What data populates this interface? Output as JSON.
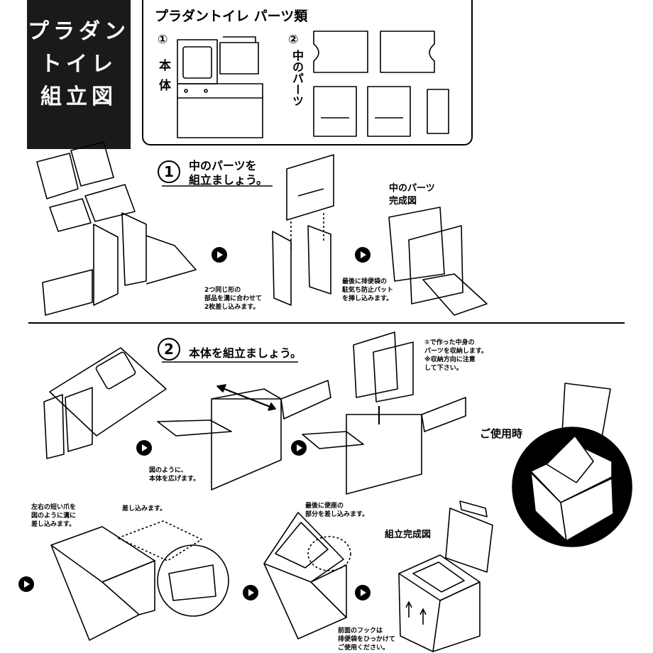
{
  "title": {
    "line1": "プラダン",
    "line2": "トイレ",
    "line3": "組立図"
  },
  "parts": {
    "heading": "プラダントイレ パーツ類",
    "group1_num": "①",
    "group1_label_a": "本",
    "group1_label_b": "体",
    "group2_num": "②",
    "group2_label": "中のパーツ"
  },
  "step1": {
    "num": "1",
    "heading_a": "中のパーツを",
    "heading_b": "組立ましょう。",
    "note1_a": "2つ同じ形の",
    "note1_b": "部品を溝に合わせて",
    "note1_c": "2枚差し込みます。",
    "complete_a": "中のパーツ",
    "complete_b": "完成図",
    "note2_a": "最後に排便袋の",
    "note2_b": "駐気ち防止パット",
    "note2_c": "を挿し込みます。"
  },
  "step2": {
    "num": "2",
    "heading": "本体を組立ましょう。",
    "note_open_a": "図のように、",
    "note_open_b": "本体を広げます。",
    "note_store_a": "①で作った中身の",
    "note_store_b": "パーツを収納します。",
    "note_store_c": "※収納方向に注意",
    "note_store_d": "して下さい。",
    "in_use": "ご使用時",
    "note_claw_a": "左右の短い爪を",
    "note_claw_b": "図のように溝に",
    "note_claw_c": "差し込みます。",
    "note_insert": "差し込みます。",
    "note_seat_a": "最後に便座の",
    "note_seat_b": "部分を差し込みます。",
    "complete": "組立完成図",
    "note_hook_a": "前面のフックは",
    "note_hook_b": "排便袋をひっかけて",
    "note_hook_c": "ご使用ください。"
  }
}
